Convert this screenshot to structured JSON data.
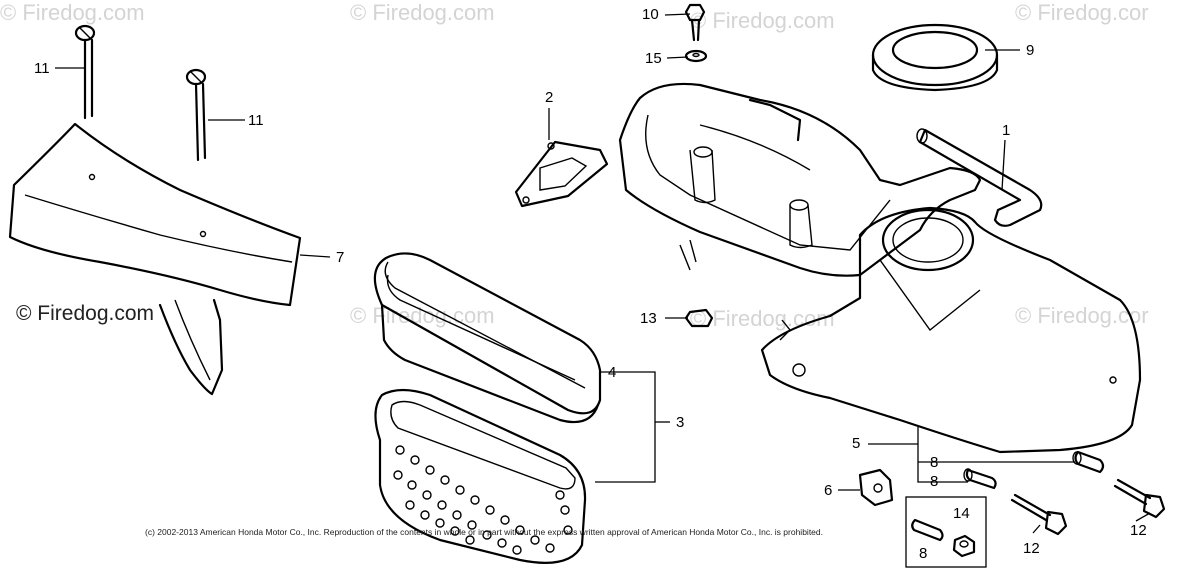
{
  "watermarks": {
    "text": "© Firedog.com",
    "partial_right": "© Firedog.cor"
  },
  "copyright": "(c) 2002-2013 American Honda Motor Co., Inc. Reproduction of the contents in whole or in part without the express written approval of American Honda Motor Co., Inc. is prohibited.",
  "callouts": {
    "c1": "1",
    "c2": "2",
    "c3": "3",
    "c4": "4",
    "c5": "5",
    "c6": "6",
    "c7": "7",
    "c8a": "8",
    "c8b": "8",
    "c8c": "8",
    "c9": "9",
    "c10": "10",
    "c11a": "11",
    "c11b": "11",
    "c12a": "12",
    "c12b": "12",
    "c13": "13",
    "c14": "14",
    "c15": "15"
  }
}
